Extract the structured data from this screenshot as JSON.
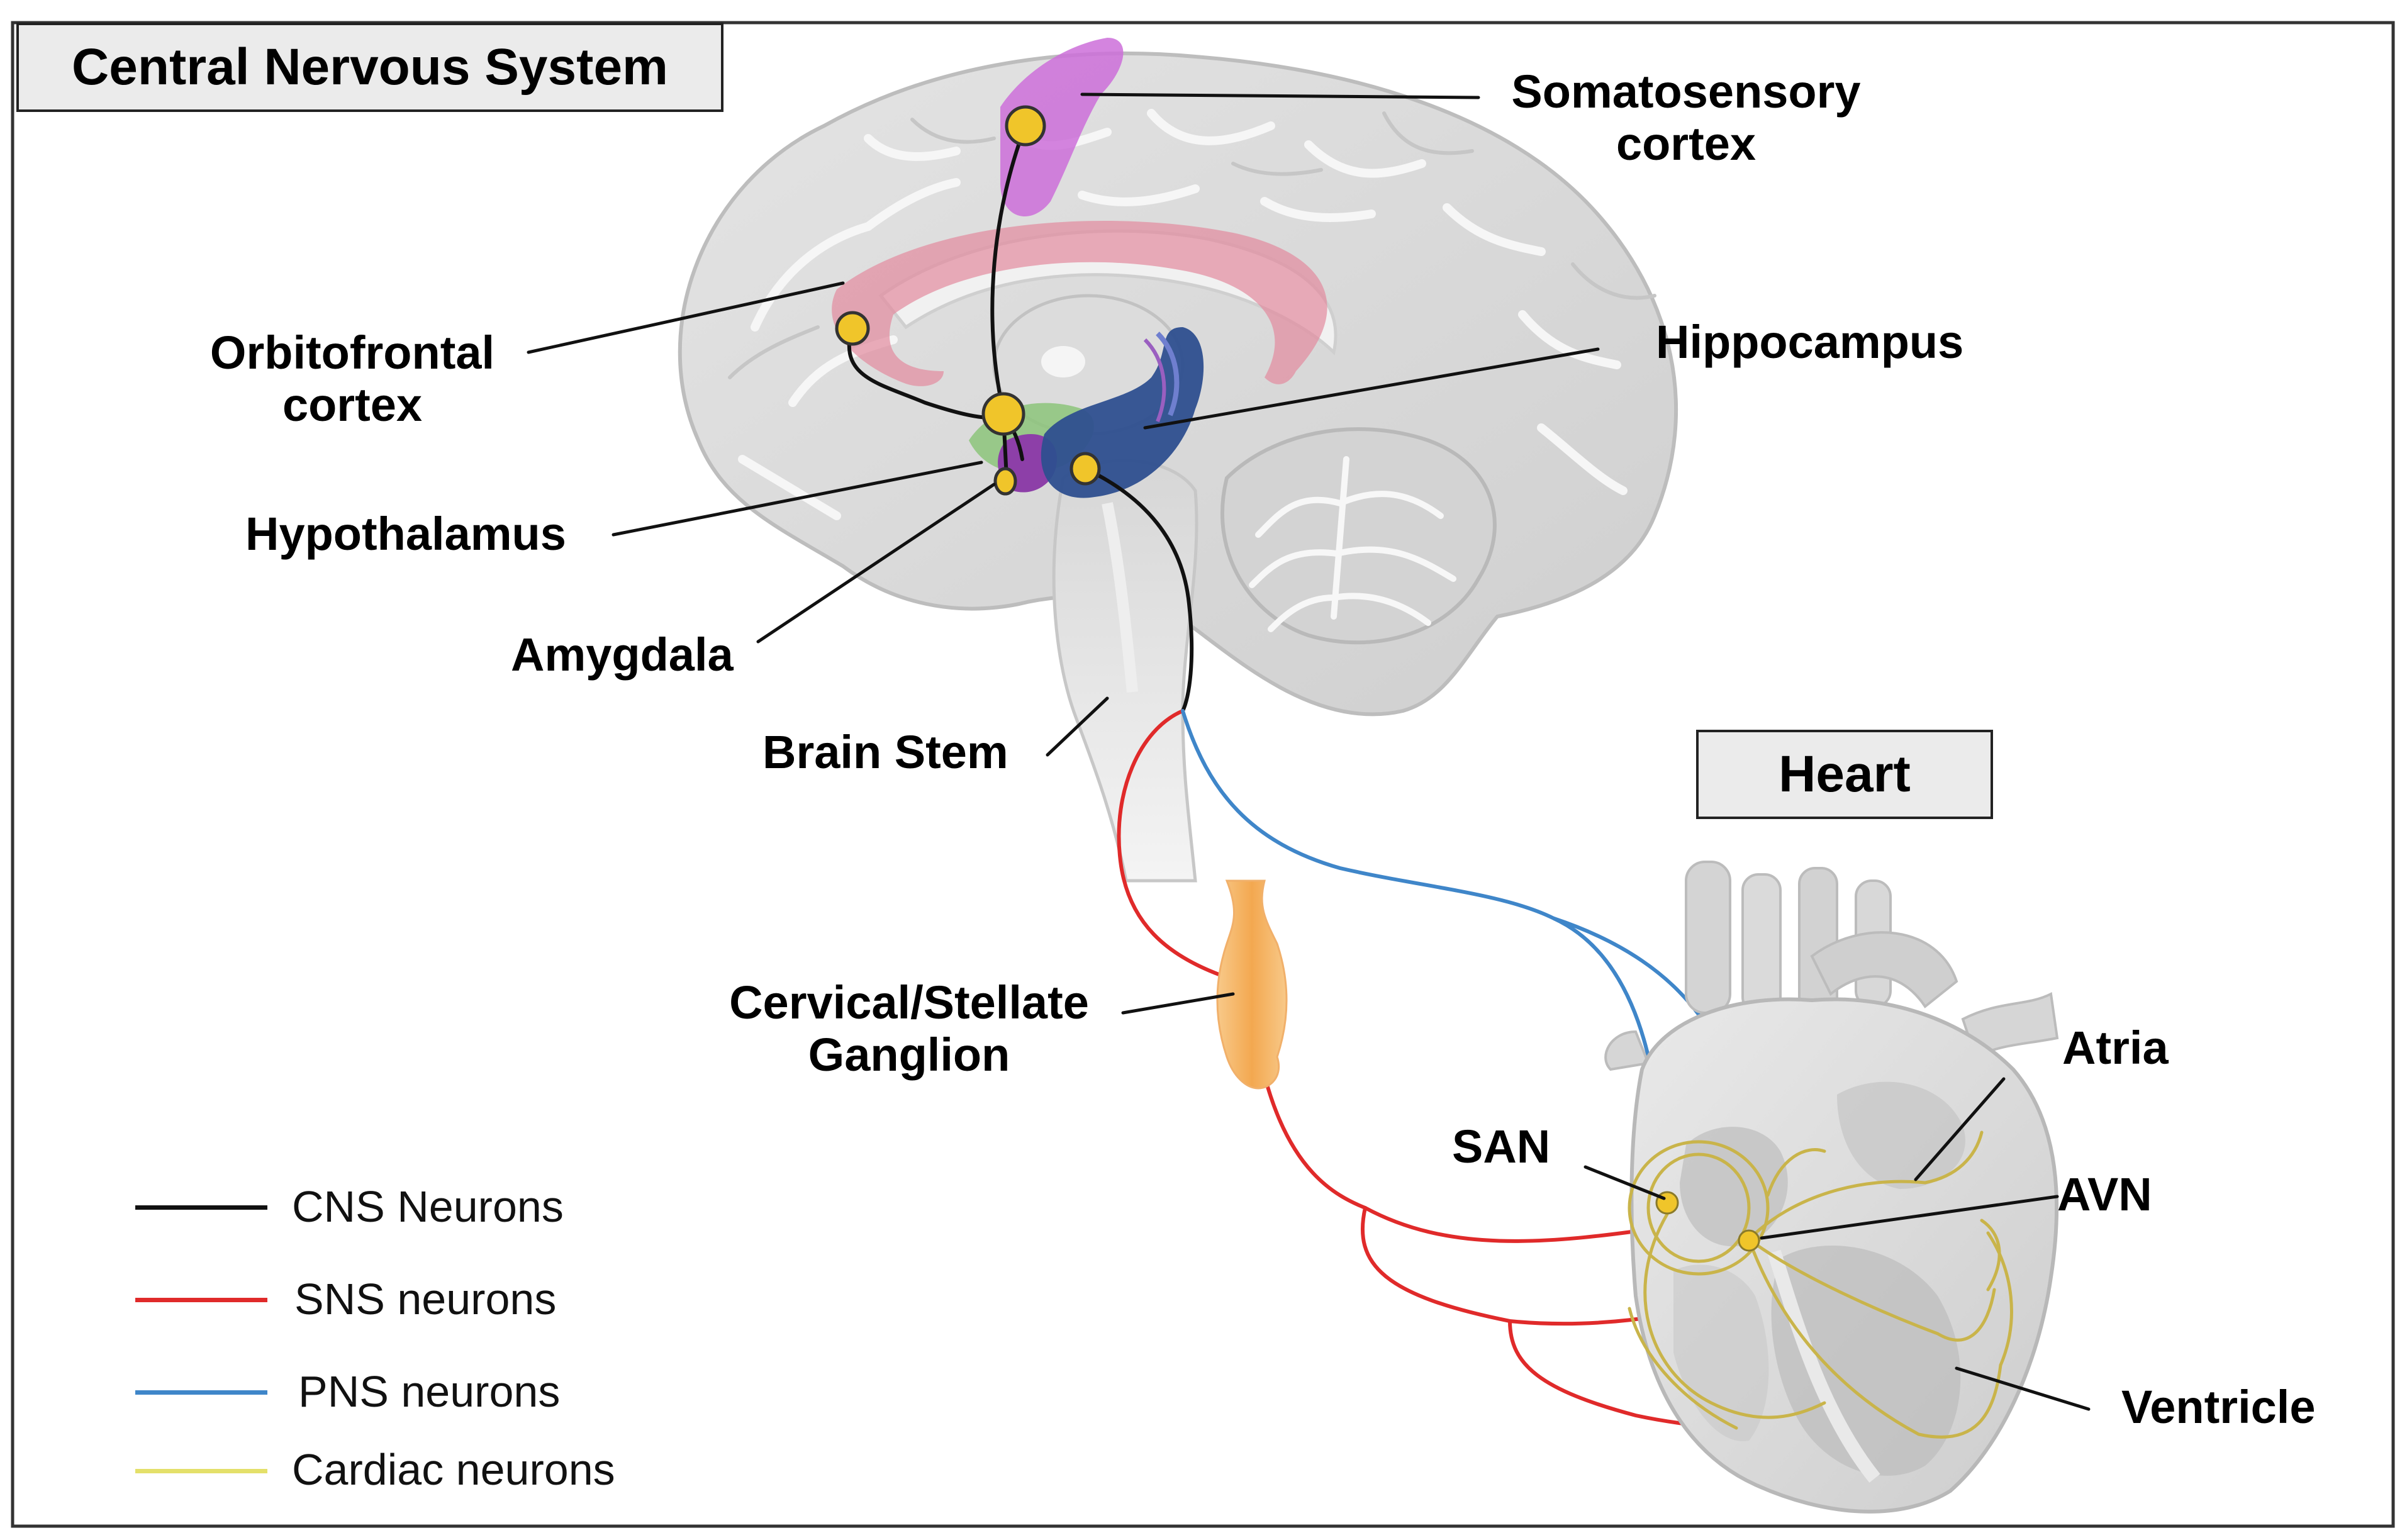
{
  "boxes": {
    "cns": "Central Nervous System",
    "heart": "Heart"
  },
  "labels": {
    "somatosensory_1": "Somatosensory",
    "somatosensory_2": "cortex",
    "orbitofrontal_1": "Orbitofrontal",
    "orbitofrontal_2": "cortex",
    "hippocampus": "Hippocampus",
    "hypothalamus": "Hypothalamus",
    "amygdala": "Amygdala",
    "brain_stem": "Brain Stem",
    "ganglion_1": "Cervical/Stellate",
    "ganglion_2": "Ganglion",
    "san": "SAN",
    "atria": "Atria",
    "avn": "AVN",
    "ventricle": "Ventricle"
  },
  "legend": [
    {
      "label": "CNS Neurons",
      "color": "#111111"
    },
    {
      "label": "SNS neurons",
      "color": "#e02a2a"
    },
    {
      "label": "PNS neurons",
      "color": "#3f86c9"
    },
    {
      "label": "Cardiac neurons",
      "color": "#e4e06a"
    }
  ],
  "colors": {
    "cns_neuron": "#111111",
    "sns_neuron": "#e02a2a",
    "pns_neuron": "#3f86c9",
    "cardiac_neuron": "#c9b44a",
    "node": "#f0c52a",
    "somatosensory": "#cc6fd9",
    "cingulate": "#e38a9e",
    "hippocampus": "#2e4f8f",
    "hypothalamus": "#8d3fa8",
    "amygdala_region": "#8cc47a",
    "ganglion": "#f7b866"
  }
}
